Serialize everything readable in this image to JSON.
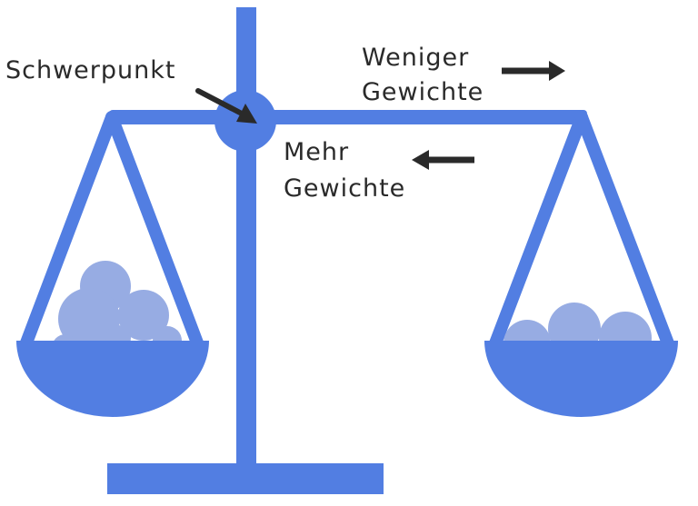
{
  "labels": {
    "pivot": "Schwerpunkt",
    "less_line1": "Weniger",
    "less_line2": "Gewichte",
    "more_line1": "Mehr",
    "more_line2": "Gewichte"
  },
  "colors": {
    "scale": "#527ee2",
    "weights": "#97ace3",
    "text": "#2a2a2a",
    "background": "#ffffff"
  }
}
